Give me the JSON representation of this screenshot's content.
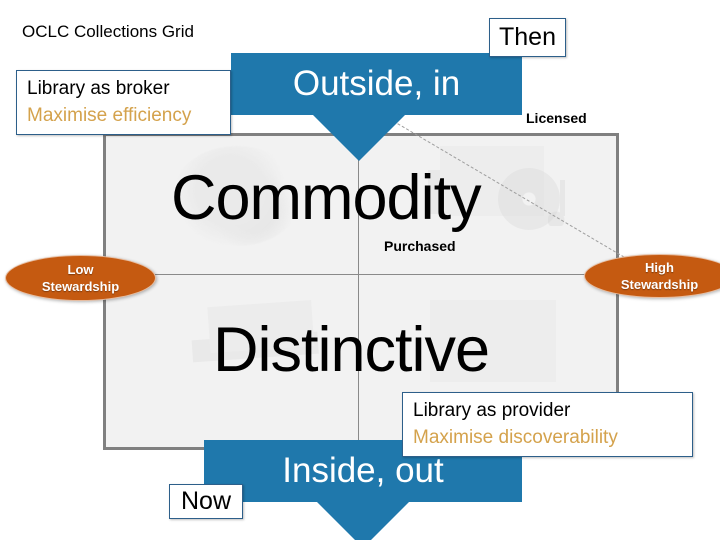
{
  "slide": {
    "title": "OCLC Collections Grid",
    "accent_blue": "#1f78ac",
    "accent_orange": "#c55a11",
    "accent_gold": "#d4a24c",
    "frame_gray": "#808080",
    "panel_fill": "#f2f2f2"
  },
  "quadrant_labels": {
    "licensed": "Licensed",
    "purchased": "Purchased"
  },
  "quadrant_words": {
    "top": "Commodity",
    "bottom": "Distinctive"
  },
  "axis_ends": {
    "low": {
      "line1": "Low",
      "line2": "Stewardship"
    },
    "high": {
      "line1": "High",
      "line2": "Stewardship"
    }
  },
  "banners": {
    "outside": "Outside, in",
    "inside": "Inside, out"
  },
  "time_tags": {
    "then": "Then",
    "now": "Now"
  },
  "callouts": {
    "broker": {
      "role": "Library as broker",
      "goal": "Maximise efficiency"
    },
    "provider": {
      "role": "Library as provider",
      "goal": "Maximise discoverability"
    }
  }
}
